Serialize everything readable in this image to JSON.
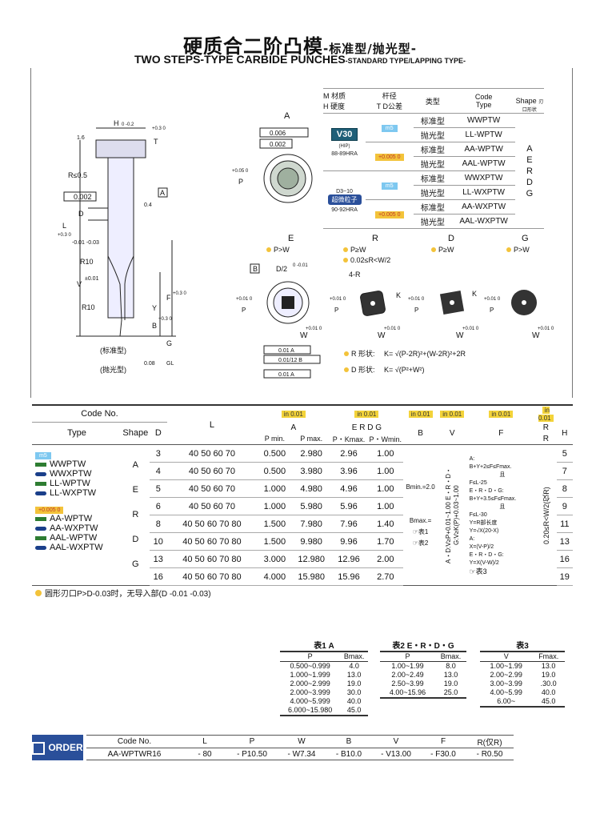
{
  "title": {
    "cn_main": "硬质合二阶凸模",
    "cn_sub": "-标准型/抛光型-",
    "en_main": "TWO STEPS-TYPE CARBIDE PUNCHES",
    "en_sub": "-STANDARD TYPE/LAPPING TYPE-"
  },
  "drawing": {
    "labels": {
      "h": "H",
      "h_tol": "0 -0.2",
      "t": "T",
      "t_tol": "+0.3 0",
      "r_le": "R≤0.5",
      "runout": "0.002",
      "datum_a": "A",
      "d": "D",
      "d_tol": "-0.01 -0.03",
      "l": "L",
      "l_tol": "+0.3 0",
      "r10a": "R10",
      "v": "V",
      "v_tol": "±0.01",
      "r10b": "R10",
      "y": "Y",
      "b": "B",
      "b_tol": "+0.3 0",
      "f": "F",
      "f_tol": "+0.3 0",
      "p": "P",
      "p_tol": "+0.05 0",
      "std": "(标准型)",
      "lap": "(抛光型)",
      "g": "G",
      "gl": "GL",
      "ra16": "1.6",
      "ra04": "0.4",
      "ra008": "0.08",
      "view_a": "A",
      "tol_006": "0.006",
      "tol_0002": "0.002",
      "e": "E",
      "r": "R",
      "dd": "D",
      "gg": "G",
      "e_cond": "P>W",
      "r_cond1": "P≥W",
      "r_cond2": "0.02≤R<W/2",
      "d_cond": "P≥W",
      "g_cond": "P>W",
      "four_r": "4-R",
      "k": "K",
      "w": "W",
      "w_tol": "+0.01 0",
      "p_tol2": "+0.01 0",
      "d2": "D/2",
      "d2_tol": "0 -0.01",
      "b_box": "B",
      "pos1": "0.01 A",
      "pos2": "0.01/12 B",
      "pos3": "0.01 A",
      "r_shape": "R 形状:",
      "r_formula": "K= √(P-2R)²+(W-2R)²+2R",
      "d_shape": "D 形状:",
      "d_formula": "K= √(P²+W²)"
    }
  },
  "spec": {
    "hdr_mat": "M 材质",
    "hdr_hard": "H 硬度",
    "hdr_rod": "杆径",
    "hdr_tol": "T D公差",
    "hdr_type": "类型",
    "hdr_code": "Code",
    "col_type": "Type",
    "col_shape": "Shape",
    "col_shape_sub": "刃口形状",
    "grade1": "V30",
    "grade1_sub": "(HIP)",
    "grade1_hra": "88-89HRA",
    "grade2": "超微粒子",
    "grade2_top": "D3~10",
    "grade2_hra": "90-92HRA",
    "m5": "m5",
    "tol005": "+0.005 0",
    "rows": [
      {
        "type": "标准型",
        "code": "WWPTW"
      },
      {
        "type": "抛光型",
        "code": "LL-WPTW"
      },
      {
        "type": "标准型",
        "code": "AA-WPTW"
      },
      {
        "type": "抛光型",
        "code": "AAL-WPTW"
      },
      {
        "type": "标准型",
        "code": "WWXPTW"
      },
      {
        "type": "抛光型",
        "code": "LL-WXPTW"
      },
      {
        "type": "标准型",
        "code": "AA-WXPTW"
      },
      {
        "type": "抛光型",
        "code": "AAL-WXPTW"
      }
    ],
    "shapes": [
      "A",
      "E",
      "R",
      "D",
      "G"
    ]
  },
  "main": {
    "h_code": "Code No.",
    "h_type": "Type",
    "h_shape": "Shape",
    "h_d": "D",
    "h_l": "L",
    "h_a": "A",
    "h_erdg": "E R D G",
    "h_b": "B",
    "h_v": "V",
    "h_f": "F",
    "h_r": "R",
    "h_h": "H",
    "tol": "in 0.01",
    "tol_r": "in 0.01",
    "tol_h": "in 0.01",
    "h_pmin": "P min.",
    "h_pmax": "P max.",
    "h_pk": "P・Kmax.",
    "h_pw": "P・Wmin.",
    "types": [
      "m5",
      "WWPTW",
      "WWXPTW",
      "LL-WPTW",
      "LL-WXPTW",
      "+0.005 0",
      "AA-WPTW",
      "AA-WXPTW",
      "AAL-WPTW",
      "AAL-WXPTW"
    ],
    "shapes": [
      "A",
      "E",
      "R",
      "D",
      "G"
    ],
    "rows": [
      {
        "d": "3",
        "l": "40 50 60 70",
        "pmin": "0.500",
        "pmax": "2.980",
        "pk": "2.96",
        "pw": "1.00",
        "h": "5"
      },
      {
        "d": "4",
        "l": "40 50 60 70",
        "pmin": "0.500",
        "pmax": "3.980",
        "pk": "3.96",
        "pw": "1.00",
        "h": "7"
      },
      {
        "d": "5",
        "l": "40 50 60 70",
        "pmin": "1.000",
        "pmax": "4.980",
        "pk": "4.96",
        "pw": "1.00",
        "h": "8"
      },
      {
        "d": "6",
        "l": "40 50 60 70",
        "pmin": "1.000",
        "pmax": "5.980",
        "pk": "5.96",
        "pw": "1.00",
        "h": "9"
      },
      {
        "d": "8",
        "l": "40 50 60 70 80",
        "pmin": "1.500",
        "pmax": "7.980",
        "pk": "7.96",
        "pw": "1.40",
        "h": "11"
      },
      {
        "d": "10",
        "l": "40 50 60 70 80",
        "pmin": "1.500",
        "pmax": "9.980",
        "pk": "9.96",
        "pw": "1.70",
        "h": "13"
      },
      {
        "d": "13",
        "l": "40 50 60 70 80",
        "pmin": "3.000",
        "pmax": "12.980",
        "pk": "12.96",
        "pw": "2.00",
        "h": "16"
      },
      {
        "d": "16",
        "l": "40 50 60 70 80",
        "pmin": "4.000",
        "pmax": "15.980",
        "pk": "15.96",
        "pw": "2.70",
        "h": "19"
      }
    ],
    "b_min": "Bmin.=2.0",
    "b_max": "Bmax.=",
    "b_ref1": "表1",
    "b_ref2": "表2",
    "v_text": "A・D:V≥P+0.01~1.00  E・R・D・G:V≥K(P)+0.03~1.00",
    "f_lines": [
      "A:",
      "B+Y+2≤F≤Fmax.",
      "且",
      "F≤L-25",
      "E・R・D・G:",
      "B+Y+3.5≤F≤Fmax.",
      "且",
      "F≤L-30",
      "Y=R部长度",
      "Y=√X(20-X)",
      "A:",
      "X=(V-P)/2",
      "E・R・D・G:",
      "Y=X(V-W)/2",
      "表3"
    ],
    "r_text": "0.20≤R<W/2(仅R)",
    "note": "圆形刃口P>D-0.03时，无导入部(D -0.01 -0.03)"
  },
  "table1": {
    "title": "表1 A",
    "h1": "P",
    "h2": "Bmax.",
    "rows": [
      [
        "0.500~0.999",
        "4.0"
      ],
      [
        "1.000~1.999",
        "13.0"
      ],
      [
        "2.000~2.999",
        "19.0"
      ],
      [
        "2.000~3.999",
        "30.0"
      ],
      [
        "4.000~5.999",
        "40.0"
      ],
      [
        "6.000~15.980",
        "45.0"
      ]
    ]
  },
  "table2": {
    "title": "表2 E・R・D・G",
    "h1": "P",
    "h2": "Bmax.",
    "rows": [
      [
        "1.00~1.99",
        "8.0"
      ],
      [
        "2.00~2.49",
        "13.0"
      ],
      [
        "2.50~3.99",
        "19.0"
      ],
      [
        "4.00~15.96",
        "25.0"
      ]
    ]
  },
  "table3": {
    "title": "表3",
    "h1": "V",
    "h2": "Fmax.",
    "rows": [
      [
        "1.00~1.99",
        "13.0"
      ],
      [
        "2.00~2.99",
        "19.0"
      ],
      [
        "3.00~3.99",
        ".30.0"
      ],
      [
        "4.00~5.99",
        "40.0"
      ],
      [
        "6.00~",
        "45.0"
      ]
    ]
  },
  "order": {
    "label": "ORDER",
    "headers": [
      "Code No.",
      "L",
      "P",
      "W",
      "B",
      "V",
      "F",
      "R(仅R)"
    ],
    "values": [
      "AA-WPTWR16",
      "- 80",
      "- P10.50",
      "- W7.34",
      "- B10.0",
      "- V13.00",
      "- F30.0",
      "- R0.50"
    ]
  },
  "colors": {
    "m5_badge": "#7ec8f0",
    "tol_badge": "#f3c33a",
    "grade1": "#1f5f78",
    "grade2": "#2a4f9a",
    "order": "#2a4f9a",
    "swatch_green": "#2e7d32",
    "swatch_blue": "#1a3f8a"
  }
}
